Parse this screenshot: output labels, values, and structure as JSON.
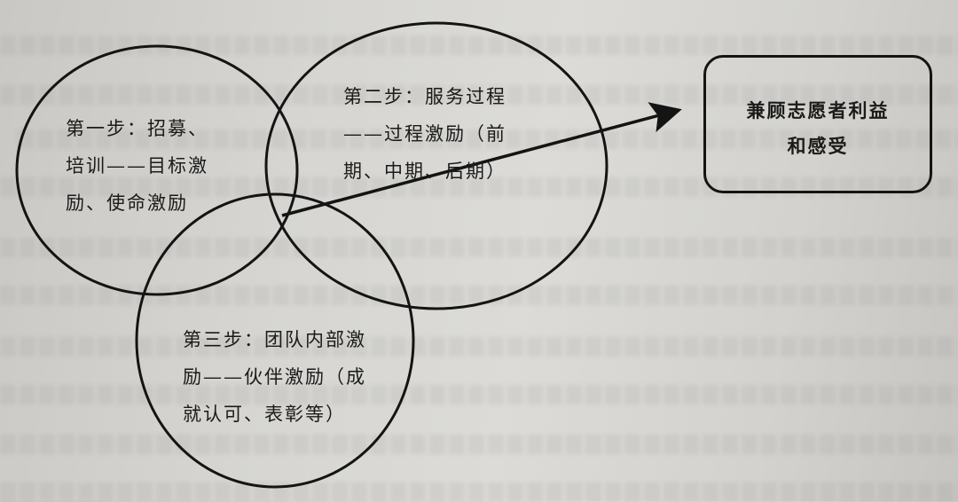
{
  "diagram": {
    "type": "venn-flow",
    "colors": {
      "stroke": "#141414",
      "text": "#1b1b1b",
      "paper": "#d6d5d1"
    },
    "circles": [
      {
        "id": "step1",
        "lines": [
          "第一步：招募、",
          "培训——目标激",
          "励、使命激励"
        ]
      },
      {
        "id": "step2",
        "lines": [
          "第二步：服务过程",
          "——过程激励（前",
          "期、中期、后期）"
        ]
      },
      {
        "id": "step3",
        "lines": [
          "第三步：团队内部激",
          "励——伙伴激励（成",
          "就认可、表彰等）"
        ]
      }
    ],
    "arrow": {
      "from": "overlap-center",
      "to": "result"
    },
    "result": {
      "lines": [
        "兼顾志愿者利益",
        "和感受"
      ]
    }
  }
}
